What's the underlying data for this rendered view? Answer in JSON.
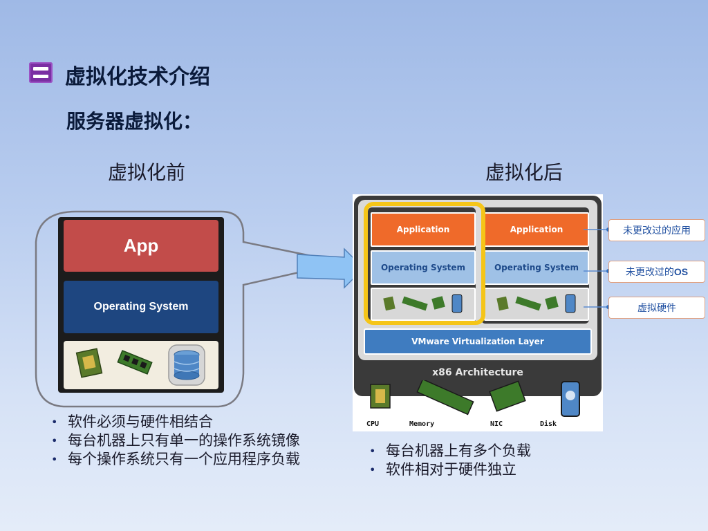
{
  "slide": {
    "title": "虚拟化技术介绍",
    "subtitle": "服务器虚拟化："
  },
  "before": {
    "label": "虚拟化前",
    "app_label": "App",
    "os_label": "Operating System",
    "bullets": [
      "软件必须与硬件相结合",
      "每台机器上只有单一的操作系统镜像",
      "每个操作系统只有一个应用程序负载"
    ]
  },
  "after": {
    "label": "虚拟化后",
    "vm1_app": "Application",
    "vm2_app": "Application",
    "vm1_os": "Operating System",
    "vm2_os": "Operating System",
    "virtualization_layer": "VMware Virtualization Layer",
    "architecture": "x86 Architecture",
    "hardware_labels": [
      "CPU",
      "Memory",
      "NIC",
      "Disk"
    ],
    "bullets": [
      "每台机器上有多个负载",
      "软件相对于硬件独立"
    ]
  },
  "callouts": {
    "app_prefix": "未更改过的应用",
    "os_prefix": "未更改过的",
    "os_suffix": "OS",
    "hw": "虚拟硬件"
  },
  "colors": {
    "app_red": "#c24c4a",
    "os_blue": "#1e4680",
    "vm_app_orange": "#ef6a2a",
    "vm_os_lightblue": "#9fc1e6",
    "vm_layer_blue": "#3f7cc0",
    "highlight_yellow": "#f5c518",
    "arrow_blue": "#8fc3f4"
  },
  "icons": [
    "list-icon",
    "cpu-chip-icon",
    "memory-module-icon",
    "database-disk-icon",
    "nic-card-icon",
    "hard-disk-icon",
    "arrow-right-icon"
  ]
}
